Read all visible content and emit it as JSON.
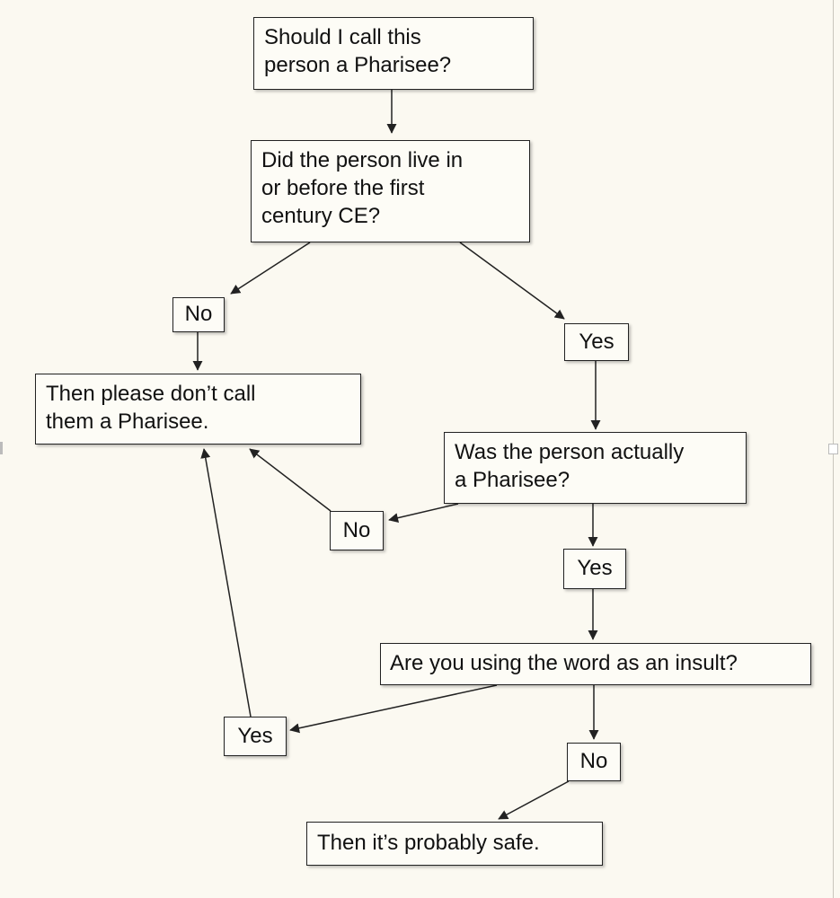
{
  "nodes": {
    "q_call_pharisee": "Should I call this\nperson a Pharisee?",
    "q_first_century": "Did the person live in\nor before the first\ncentury CE?",
    "r_dont_call": "Then please don’t call\nthem a Pharisee.",
    "q_actual_pharisee": "Was the person actually\na Pharisee?",
    "q_insult": "Are you using the word as an insult?",
    "r_safe": "Then it’s probably safe."
  },
  "labels": {
    "century_no": "No",
    "century_yes": "Yes",
    "actual_no": "No",
    "actual_yes": "Yes",
    "insult_yes": "Yes",
    "insult_no": "No"
  },
  "colors": {
    "background": "#fbf9f1",
    "box_fill": "#fdfcf6",
    "stroke": "#222222"
  }
}
